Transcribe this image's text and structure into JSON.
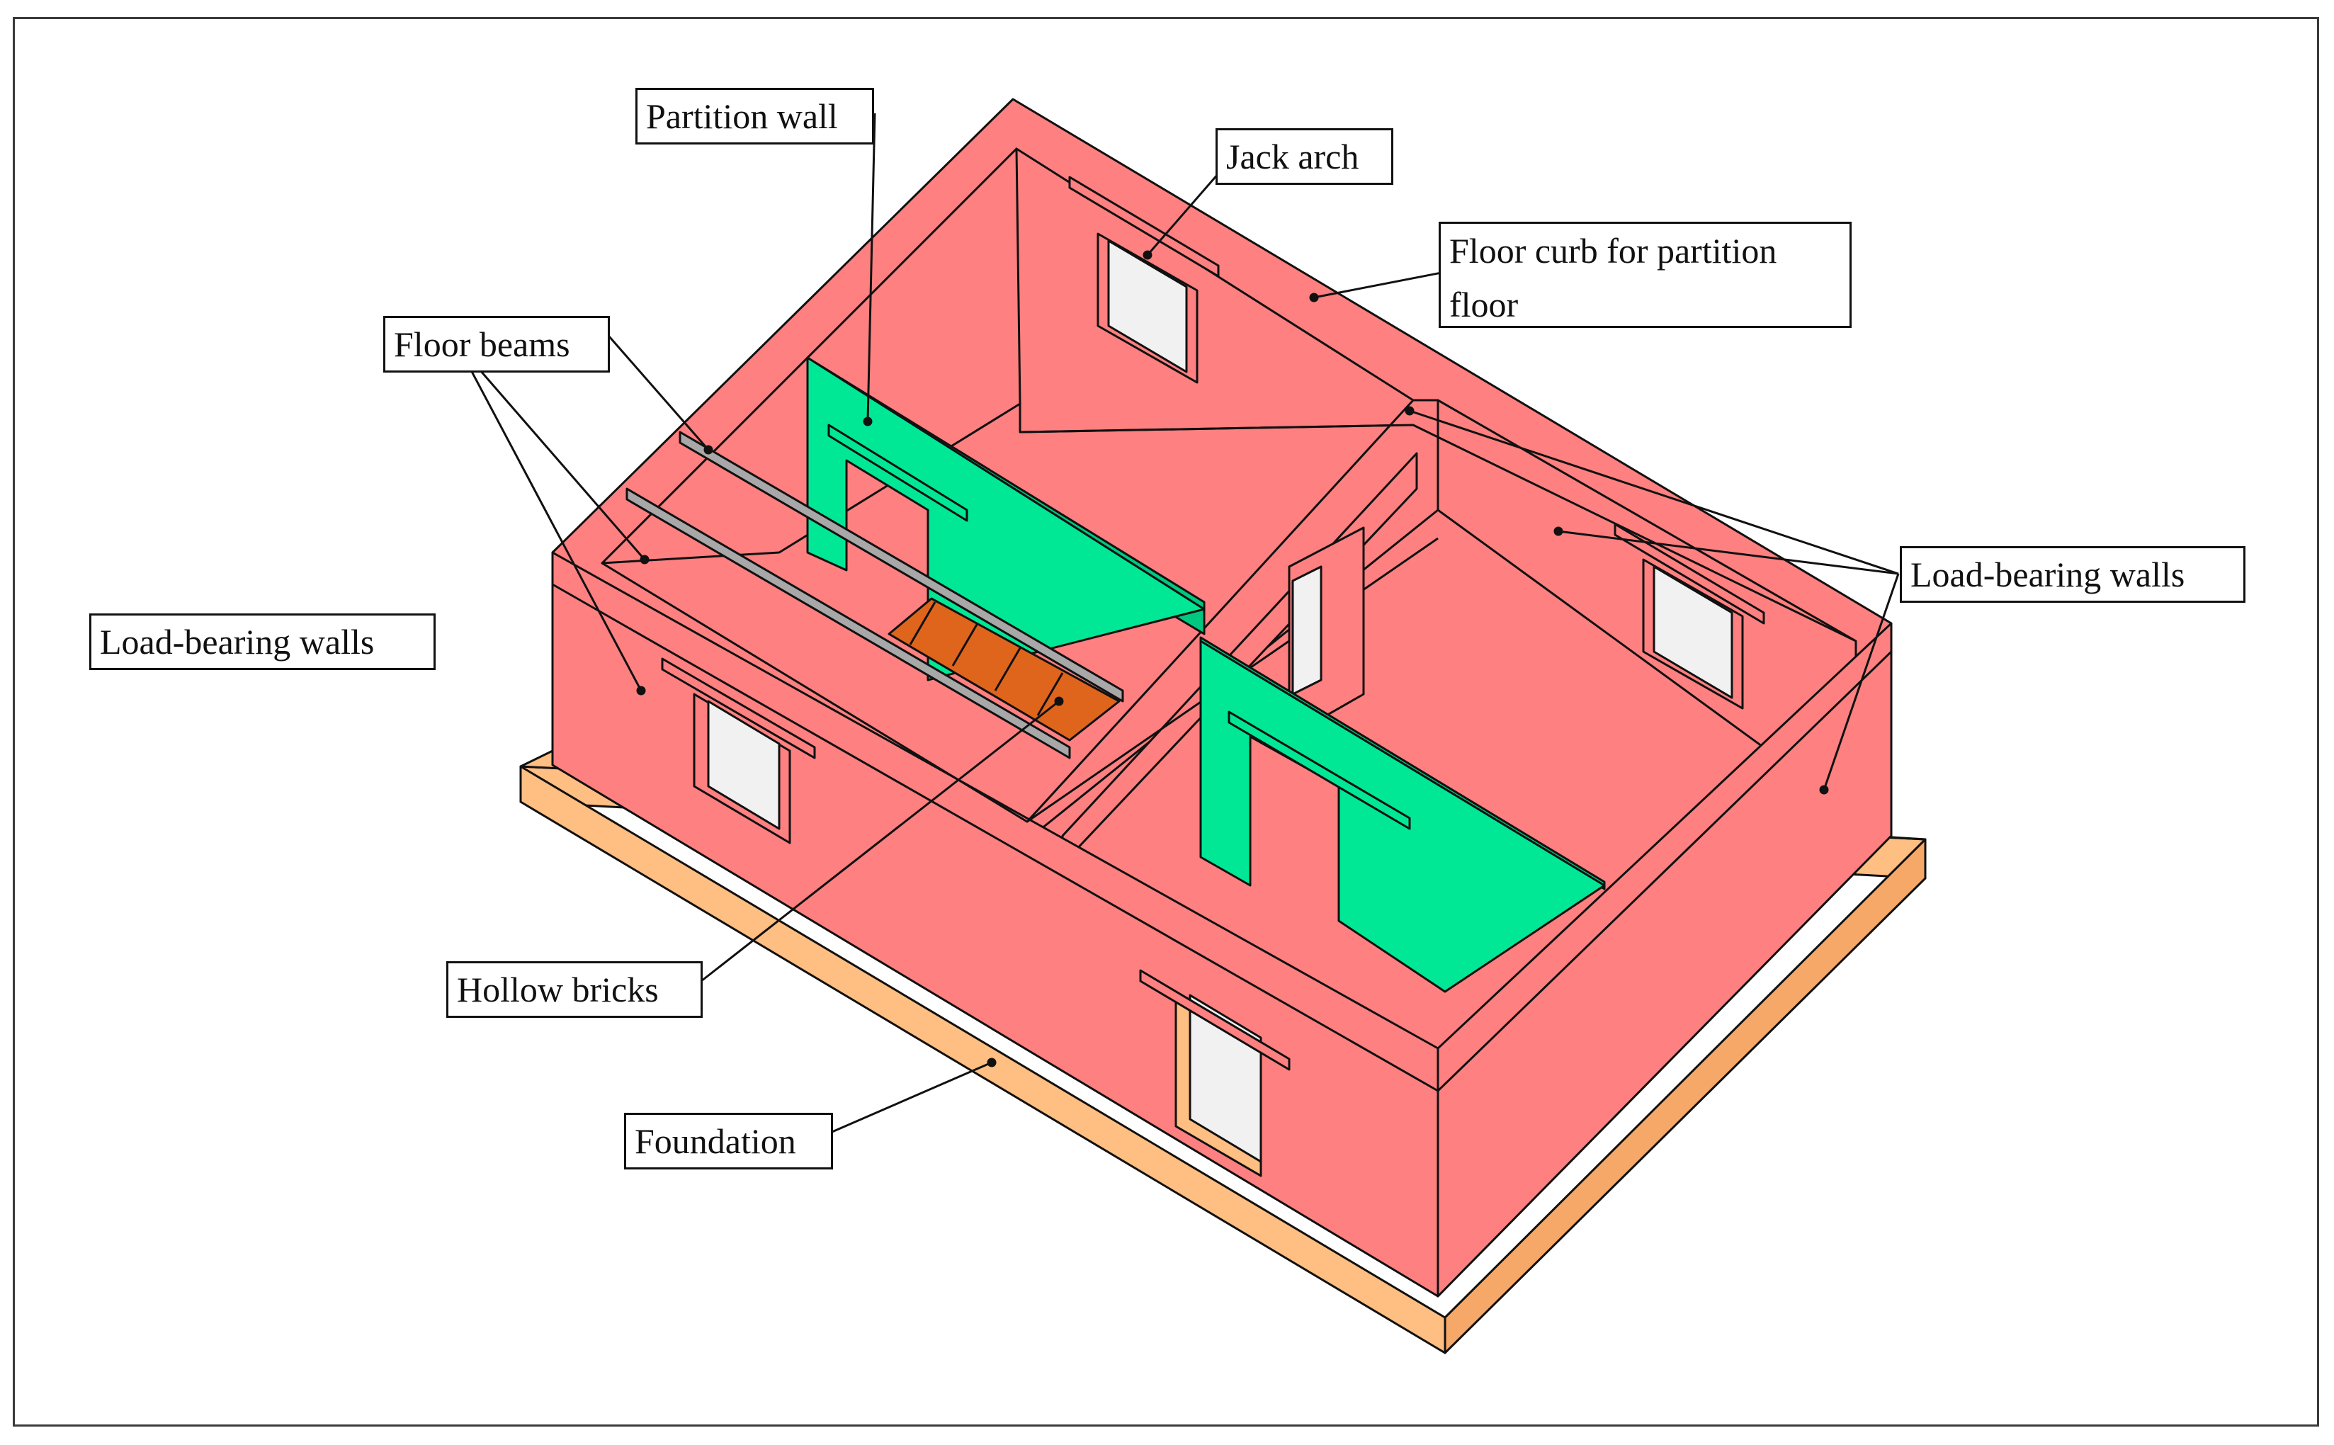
{
  "figure": {
    "labels": {
      "partition_wall": "Partition wall",
      "jack_arch": "Jack arch",
      "floor_curb_line1": "Floor curb for partition",
      "floor_curb_line2": "floor",
      "floor_beams": "Floor beams",
      "load_bearing_left": "Load-bearing walls",
      "load_bearing_right": "Load-bearing walls",
      "hollow_bricks": "Hollow bricks",
      "foundation": "Foundation"
    },
    "colors": {
      "load_bearing_wall": "#ff8080",
      "partition_wall": "#00e896",
      "foundation": "#ffbe82",
      "hollow_bricks": "#e0651c",
      "floor_beam": "#a8a8a8",
      "floor": "#f1f1f1",
      "outline": "#111111"
    }
  }
}
